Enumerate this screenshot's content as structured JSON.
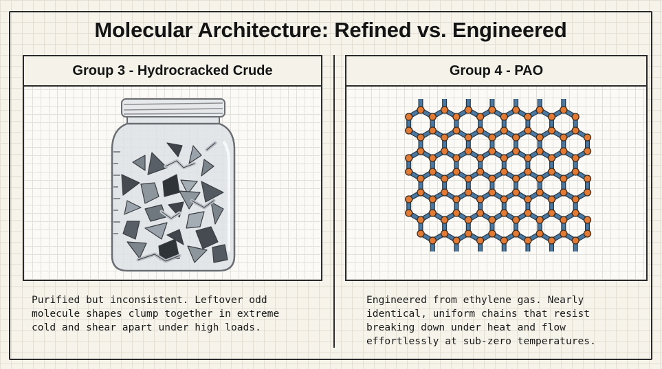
{
  "title": "Molecular Architecture: Refined vs. Engineered",
  "left_panel": {
    "heading": "Group 3 - Hydrocracked Crude",
    "caption": "Purified but inconsistent. Leftover odd\nmolecule shapes clump together in extreme\ncold and shear apart under high loads.",
    "illustration": "jar-of-irregular-fragments"
  },
  "right_panel": {
    "heading": "Group 4 - PAO",
    "caption": "Engineered from ethylene gas. Nearly\nidentical, uniform chains that resist\nbreaking down under heat and flow\neffortlessly at sub-zero temperatures.",
    "illustration": "hexagonal-lattice",
    "node_color": "#e07a35",
    "bond_color": "#4a78a0"
  }
}
